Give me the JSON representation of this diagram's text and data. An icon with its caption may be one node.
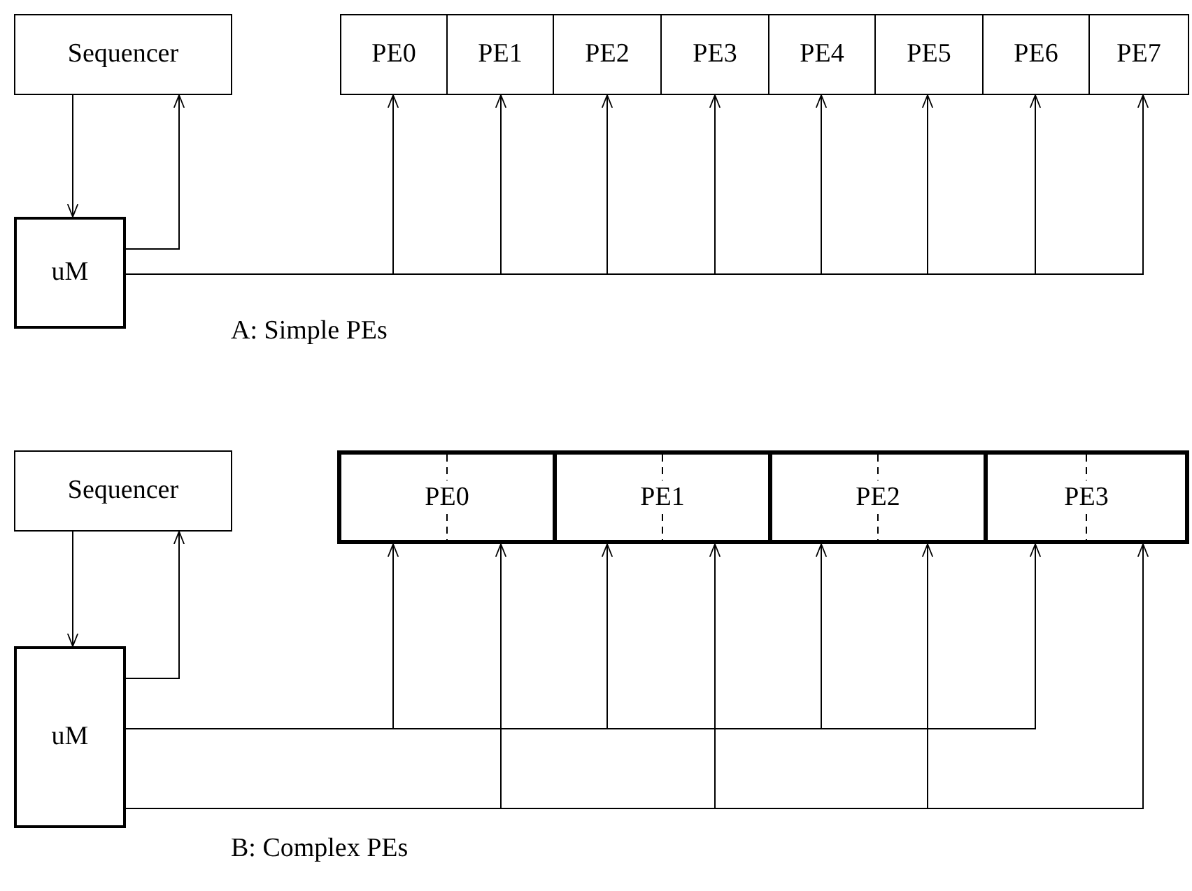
{
  "diagram": {
    "nodes": [
      {
        "text": [
          "Sequencer"
        ]
      },
      {
        "text": [
          "uM"
        ]
      },
      {
        "text": [
          "PE0"
        ]
      },
      {
        "text": [
          "PE1"
        ]
      },
      {
        "text": [
          "PE2"
        ]
      },
      {
        "text": [
          "PE3"
        ]
      },
      {
        "text": [
          "PE4"
        ]
      },
      {
        "text": [
          "PE5"
        ]
      },
      {
        "text": [
          "PE6"
        ]
      },
      {
        "text": [
          "PE7"
        ]
      },
      {
        "text": [
          "Sequencer"
        ]
      },
      {
        "text": [
          "uM"
        ]
      },
      {
        "text": [
          "PE0"
        ]
      },
      {
        "text": [
          "PE1"
        ]
      },
      {
        "text": [
          "PE2"
        ]
      },
      {
        "text": [
          "PE3"
        ]
      }
    ],
    "edges": [
      {
        "from": 0,
        "to": 1,
        "arrow": "to"
      },
      {
        "from": 1,
        "to": 0,
        "arrow": "to"
      },
      {
        "from": 1,
        "to": 2,
        "arrow": "to"
      },
      {
        "from": 1,
        "to": 3,
        "arrow": "to"
      },
      {
        "from": 1,
        "to": 4,
        "arrow": "to"
      },
      {
        "from": 1,
        "to": 5,
        "arrow": "to"
      },
      {
        "from": 1,
        "to": 6,
        "arrow": "to"
      },
      {
        "from": 1,
        "to": 7,
        "arrow": "to"
      },
      {
        "from": 1,
        "to": 8,
        "arrow": "to"
      },
      {
        "from": 1,
        "to": 9,
        "arrow": "to"
      },
      {
        "from": 10,
        "to": 11,
        "arrow": "to"
      },
      {
        "from": 11,
        "to": 10,
        "arrow": "to"
      },
      {
        "from": 11,
        "to": 12,
        "arrow": "to"
      },
      {
        "from": 11,
        "to": 12,
        "arrow": "to"
      },
      {
        "from": 11,
        "to": 13,
        "arrow": "to"
      },
      {
        "from": 11,
        "to": 13,
        "arrow": "to"
      },
      {
        "from": 11,
        "to": 14,
        "arrow": "to"
      },
      {
        "from": 11,
        "to": 14,
        "arrow": "to"
      },
      {
        "from": 11,
        "to": 15,
        "arrow": "to"
      },
      {
        "from": 11,
        "to": 15,
        "arrow": "to"
      }
    ],
    "labels": [
      "A: Simple PEs",
      "B: Complex PEs"
    ]
  }
}
